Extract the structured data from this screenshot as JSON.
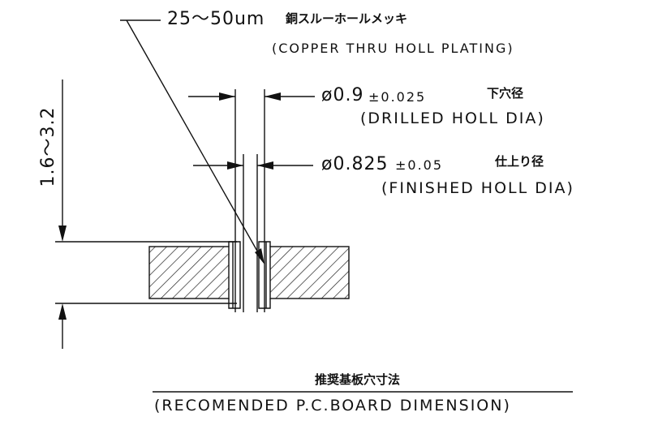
{
  "plating": {
    "thickness_text": "25～50um",
    "jp_label": "銅スルーホールメッキ",
    "en_label": "(COPPER THRU HOLL PLATING)"
  },
  "drilled": {
    "dia_symbol": "ø0.9",
    "tolerance": "±0.025",
    "jp_label": "下穴径",
    "en_label": "(DRILLED HOLL DIA)"
  },
  "finished": {
    "dia_symbol": "ø0.825",
    "tolerance": "±0.05",
    "jp_label": "仕上り径",
    "en_label": "(FINISHED HOLL DIA)"
  },
  "board_thickness": "1.6～3.2",
  "title": {
    "jp": "推奨基板穴寸法",
    "en": "(RECOMENDED P.C.BOARD DIMENSION)"
  }
}
